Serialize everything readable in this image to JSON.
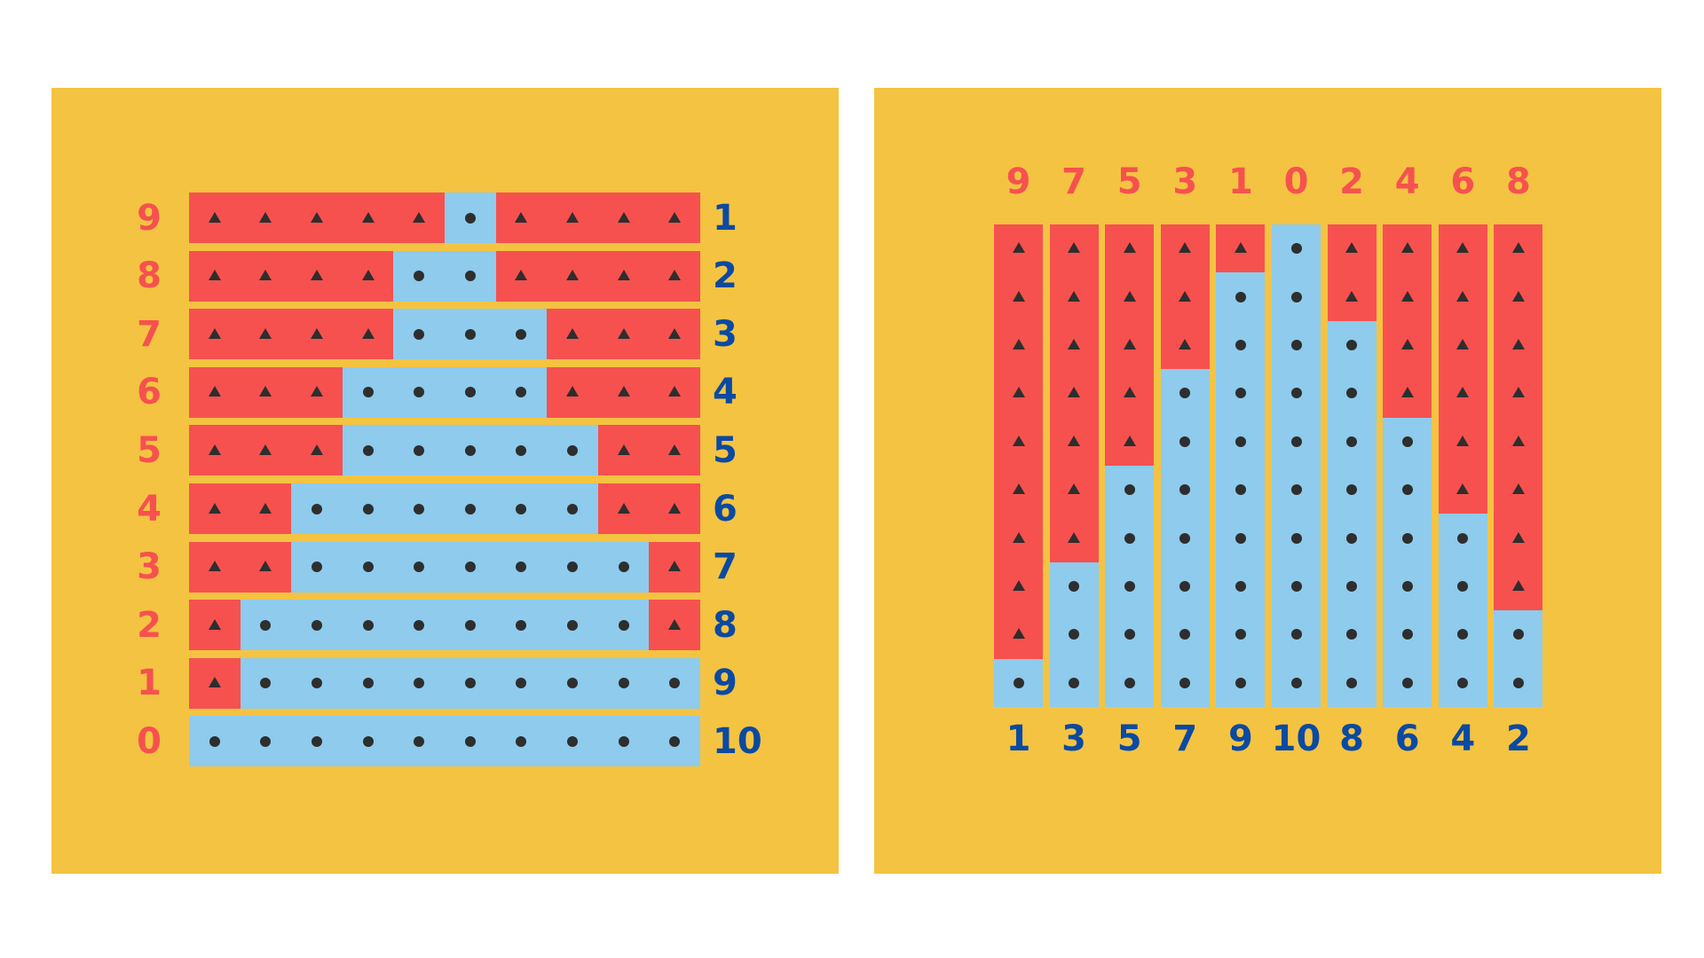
{
  "colors": {
    "background": "#ffffff",
    "panel": "#f4c342",
    "red": "#f6514f",
    "blue": "#8ecbec",
    "label_red": "#f6514f",
    "label_blue": "#0b4aa2",
    "marker": "#2e2e2e"
  },
  "markers": {
    "red": "triangle-icon",
    "blue": "dot-icon"
  },
  "left_panel": {
    "total_cells": 10,
    "rows": [
      {
        "red_label": "9",
        "blue_label": "1",
        "cells": [
          "R",
          "R",
          "R",
          "R",
          "R",
          "B",
          "R",
          "R",
          "R",
          "R"
        ]
      },
      {
        "red_label": "8",
        "blue_label": "2",
        "cells": [
          "R",
          "R",
          "R",
          "R",
          "B",
          "B",
          "R",
          "R",
          "R",
          "R"
        ]
      },
      {
        "red_label": "7",
        "blue_label": "3",
        "cells": [
          "R",
          "R",
          "R",
          "R",
          "B",
          "B",
          "B",
          "R",
          "R",
          "R"
        ]
      },
      {
        "red_label": "6",
        "blue_label": "4",
        "cells": [
          "R",
          "R",
          "R",
          "B",
          "B",
          "B",
          "B",
          "R",
          "R",
          "R"
        ]
      },
      {
        "red_label": "5",
        "blue_label": "5",
        "cells": [
          "R",
          "R",
          "R",
          "B",
          "B",
          "B",
          "B",
          "B",
          "R",
          "R"
        ]
      },
      {
        "red_label": "4",
        "blue_label": "6",
        "cells": [
          "R",
          "R",
          "B",
          "B",
          "B",
          "B",
          "B",
          "B",
          "R",
          "R"
        ]
      },
      {
        "red_label": "3",
        "blue_label": "7",
        "cells": [
          "R",
          "R",
          "B",
          "B",
          "B",
          "B",
          "B",
          "B",
          "B",
          "R"
        ]
      },
      {
        "red_label": "2",
        "blue_label": "8",
        "cells": [
          "R",
          "B",
          "B",
          "B",
          "B",
          "B",
          "B",
          "B",
          "B",
          "R"
        ]
      },
      {
        "red_label": "1",
        "blue_label": "9",
        "cells": [
          "R",
          "B",
          "B",
          "B",
          "B",
          "B",
          "B",
          "B",
          "B",
          "B"
        ]
      },
      {
        "red_label": "0",
        "blue_label": "10",
        "cells": [
          "B",
          "B",
          "B",
          "B",
          "B",
          "B",
          "B",
          "B",
          "B",
          "B"
        ]
      }
    ]
  },
  "right_panel": {
    "total_cells": 10,
    "columns": [
      {
        "red_label": "9",
        "blue_label": "1"
      },
      {
        "red_label": "7",
        "blue_label": "3"
      },
      {
        "red_label": "5",
        "blue_label": "5"
      },
      {
        "red_label": "3",
        "blue_label": "7"
      },
      {
        "red_label": "1",
        "blue_label": "9"
      },
      {
        "red_label": "0",
        "blue_label": "10"
      },
      {
        "red_label": "2",
        "blue_label": "8"
      },
      {
        "red_label": "4",
        "blue_label": "6"
      },
      {
        "red_label": "6",
        "blue_label": "4"
      },
      {
        "red_label": "8",
        "blue_label": "2"
      }
    ]
  }
}
